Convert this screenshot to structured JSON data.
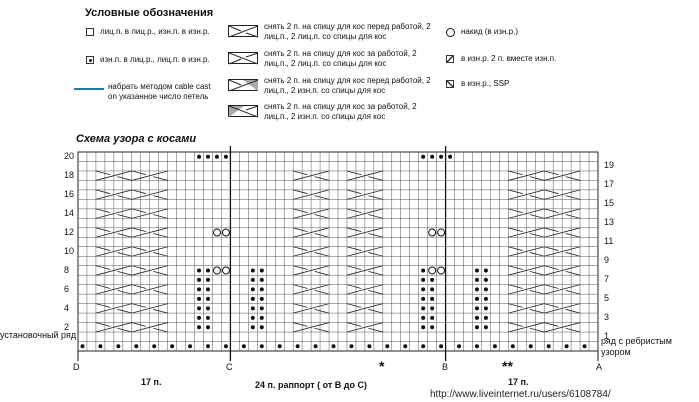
{
  "legend": {
    "title": "Условные обозначения",
    "items": [
      {
        "sym": "empty",
        "text": "лиц.п. в лиц.р., изн.п. в изн.р."
      },
      {
        "sym": "dot",
        "text": "изн.п. в лиц.р., лиц.п. в изн.р."
      },
      {
        "sym": "teal-line",
        "text": "набрать методом cable cast on указанное число петель"
      },
      {
        "sym": "cable-1",
        "text": "снять 2 п. на спицу для кос перед работой, 2 лиц.п., 2 лиц.п. со спицы для кос"
      },
      {
        "sym": "cable-2",
        "text": "снять 2 п. на спицу для кос за работой, 2 лиц.п., 2 лиц.п. со спицы для кос"
      },
      {
        "sym": "cable-3",
        "text": "снять 2 п. на спицу для кос перед работой, 2 лиц.п., 2 изн.п. со спицы для кос"
      },
      {
        "sym": "cable-4",
        "text": "снять 2 п. на спицу для кос за работой, 2 лиц.п., 2 изн.п. со спицы для кос"
      },
      {
        "sym": "ring",
        "text": "накид (в изн.р.)"
      },
      {
        "sym": "k2tog",
        "text": "в изн.р. 2 п. вместе изн.п."
      },
      {
        "sym": "ssp",
        "text": "в изн.р., SSP"
      }
    ]
  },
  "schema": {
    "title": "Схема узора с косами",
    "left_rows": [
      "20",
      "18",
      "16",
      "14",
      "12",
      "10",
      "8",
      "6",
      "4",
      "2"
    ],
    "right_rows": [
      "19",
      "17",
      "15",
      "13",
      "11",
      "9",
      "7",
      "5",
      "3",
      "1"
    ],
    "cast_on_label": "установочный ряд",
    "rib_row_label": "ряд с ребристым узором",
    "section_letters": [
      "D",
      "C",
      "B",
      "A"
    ],
    "star_single": "*",
    "star_double": "**",
    "count_left": "17 п.",
    "count_right": "17 п.",
    "repeat_label": "24 п. раппорт ( от В до С)"
  },
  "watermark": "http://www.liveinternet.ru/users/6108784/"
}
